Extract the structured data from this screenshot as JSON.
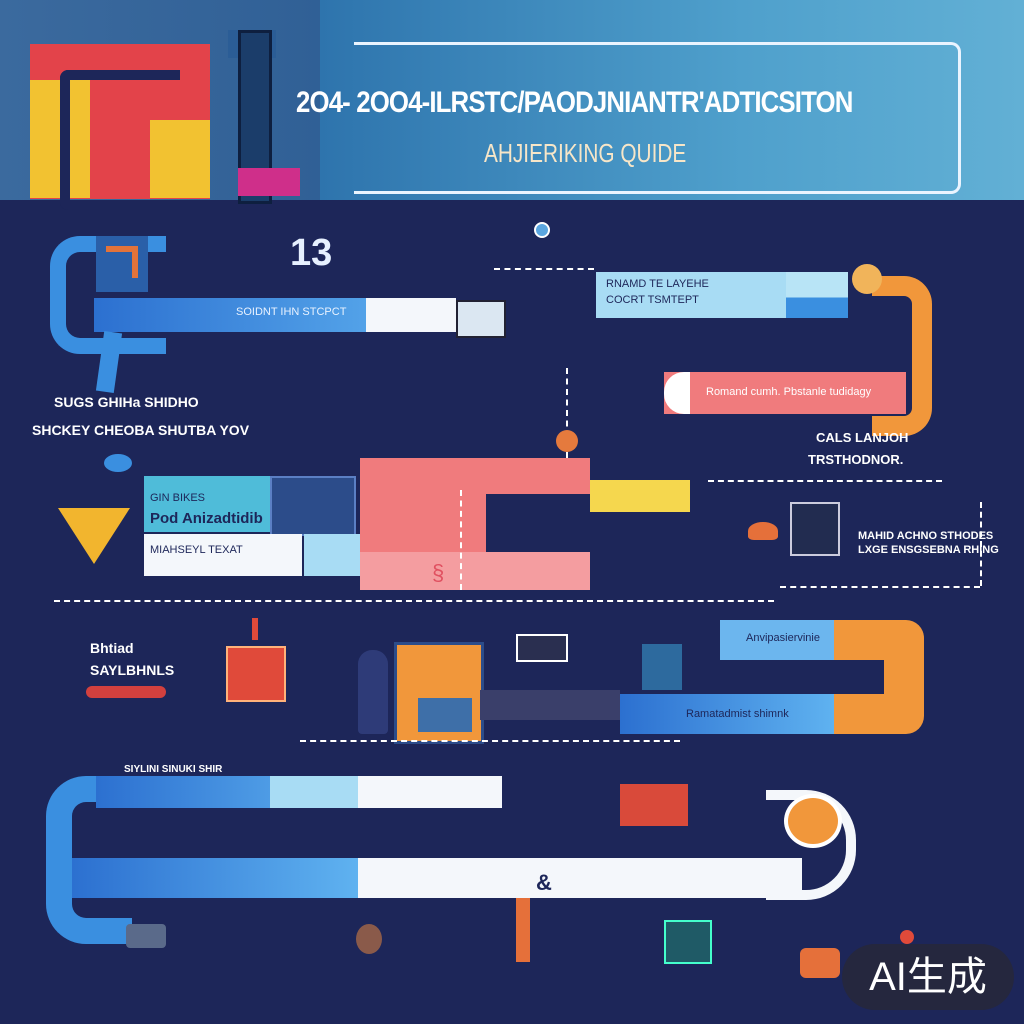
{
  "header": {
    "title": "2O4- 2OO4-ILRSTC/PAODJNIANTR'ADTICSITON",
    "subtitle": "AHJIERIKING QUIDE"
  },
  "step_number": "13",
  "boxes": {
    "top_bar": "SOIDNT IHN STCPCT",
    "top_right_1": "RNAMD TE LAYEHE",
    "top_right_2": "COCRT TSMTEPT",
    "red_bar": "Romand cumh. Pbstanle tudidagy",
    "cyan_left_1": "GIN BIKES",
    "cyan_left_2": "Pod Anizadtidib",
    "white_left": "MIAHSEYL TEXAT",
    "blue_mid_right": "Anvipasiervinie",
    "blue_low_right": "Ramatadmist shimnk"
  },
  "side_text": {
    "left_1": "SUGS GHIHa SHIDHO",
    "left_2": "SHCKEY CHEOBA SHUTBA YOV",
    "right_1": "CALS LANJOH",
    "right_2": "TRSTHODNOR.",
    "right_3": "MAHID ACHNO STHODES",
    "right_4": "LXGE ENSGSEBNA RHING",
    "low_left_1": "Bhtiad",
    "low_left_2": "SAYLBHNLS",
    "bottom_strip": "SIYLINI SINUKI SHIR"
  },
  "badge": "AI生成",
  "colors": {
    "background": "#1d2659",
    "blue": "#3a8fe0",
    "pink": "#f07b7d",
    "orange": "#f1973b",
    "yellow": "#f5d74e",
    "light_blue": "#a8dcf4"
  }
}
